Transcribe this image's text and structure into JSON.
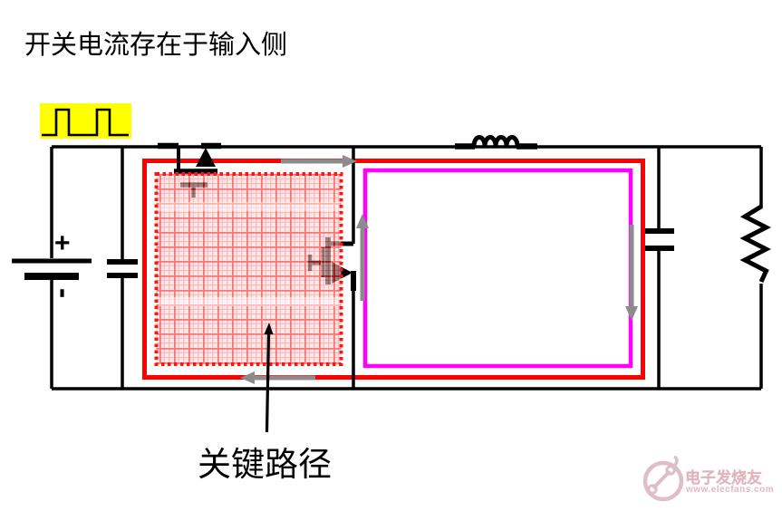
{
  "title": "开关电流存在于输入侧",
  "battery": {
    "plus_label": "+",
    "minus_label": "-"
  },
  "callout": {
    "label": "关键路径"
  },
  "watermark": {
    "brand": "电子发烧友",
    "site": "www.elecfans.com"
  },
  "colors": {
    "critical_path_loop": "#FF0000",
    "output_loop": "#FF00FF",
    "pulse_highlight": "#FFFF00",
    "current_arrow": "#8C8C8C",
    "wire": "#000000",
    "hatch_fill": "#FBD7D7",
    "hatch_line": "#FF3C3C",
    "watermark_pink": "#D9A8B2"
  }
}
